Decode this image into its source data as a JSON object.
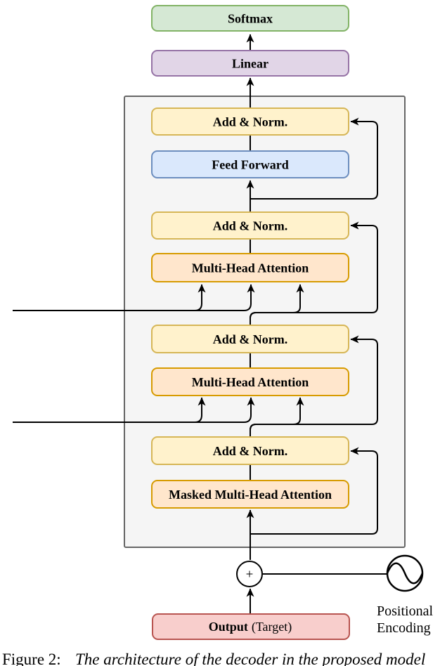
{
  "figure": {
    "labels": {
      "softmax": "Softmax",
      "linear": "Linear",
      "add_norm": "Add & Norm.",
      "feed_forward": "Feed Forward",
      "multi_head_attention": "Multi-Head Attention",
      "masked_multi_head_attention": "Masked Multi-Head Attention",
      "output_primary": "Output",
      "output_secondary": "(Target)",
      "plus_sign": "+",
      "positional_encoding_line1": "Positional",
      "positional_encoding_line2": "Encoding"
    },
    "caption": {
      "prefix": "Figure 2:",
      "body": "The architecture of the decoder in the proposed model"
    },
    "colors": {
      "softmax_fill": "#d5e8d4",
      "softmax_stroke": "#82b366",
      "linear_fill": "#e1d5e7",
      "linear_stroke": "#9673a6",
      "add_norm_fill": "#fff2cc",
      "add_norm_stroke": "#d6b656",
      "feed_forward_fill": "#dae8fc",
      "feed_forward_stroke": "#6c8ebf",
      "attention_fill": "#ffe6cc",
      "attention_stroke": "#d79b00",
      "output_fill": "#f8cecc",
      "output_stroke": "#b85450",
      "container_fill": "#f5f5f5",
      "container_stroke": "#666666",
      "wire": "#000000"
    }
  }
}
